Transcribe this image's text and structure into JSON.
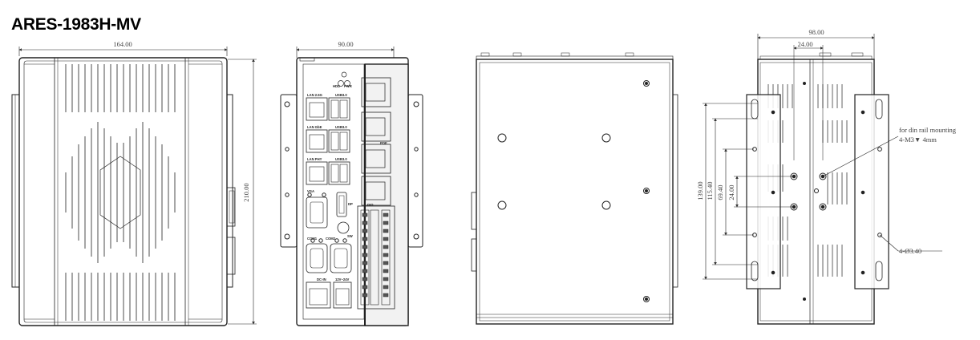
{
  "title": "ARES-1983H-MV",
  "dimensions": {
    "top_width": "164.00",
    "top_height": "210.00",
    "front_width": "90.00",
    "side_width": "98.00",
    "side_inner_width": "24.00",
    "v1": "139.00",
    "v2": "115.40",
    "v3": "69.40",
    "v4": "24.00"
  },
  "annotations": {
    "din_line1": "for din rail mounting",
    "din_line2": "4-M3",
    "din_line2b": "4mm",
    "hole_prefix": "4-",
    "hole_value": "3.40"
  },
  "port_labels": {
    "hdd": "HDD",
    "pwr": "PWR",
    "lan1": "LAN 2.5G",
    "usb1": "USB3.0",
    "lan2": "LAN GbE",
    "usb2": "USB3.0",
    "lan3": "LAN PHY",
    "usb3": "USB3.0",
    "vga": "VGA",
    "dp": "DP",
    "poe": "POE",
    "com1": "COM1",
    "com2": "COM2",
    "dcin": "DC-IN",
    "dcv": "12V~24V",
    "sw": "SW",
    "dio": "DIO"
  }
}
